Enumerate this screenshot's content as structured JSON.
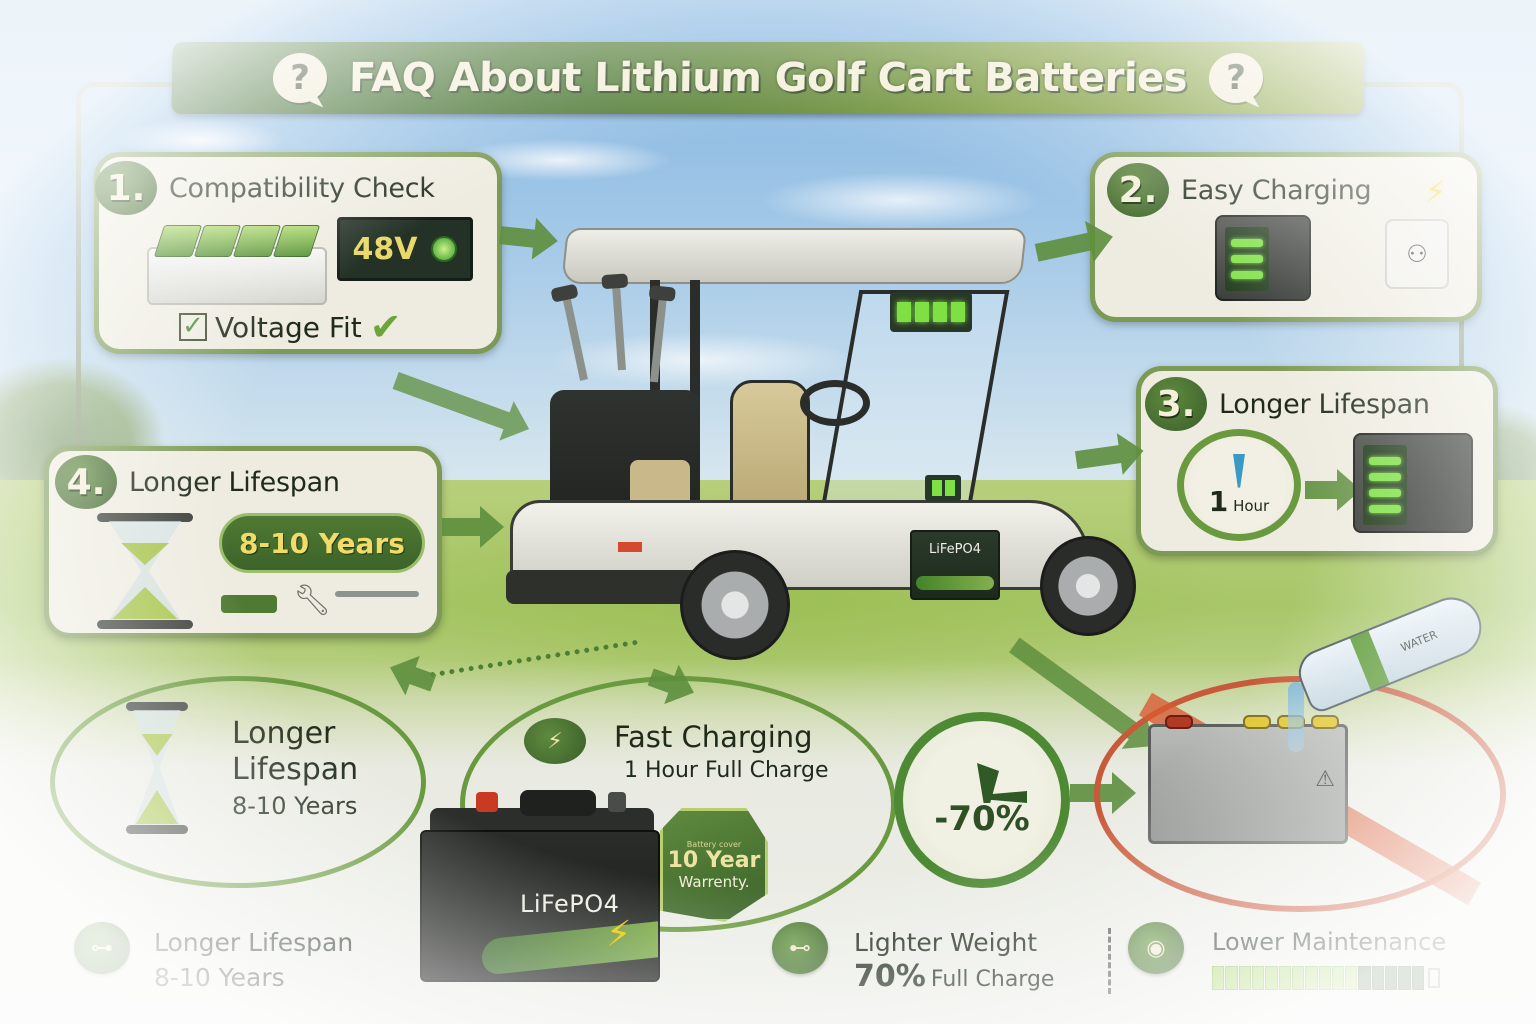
{
  "title": {
    "text": "FAQ About Lithium Golf Cart Batteries",
    "icon_left": "?",
    "icon_right": "?"
  },
  "cards": [
    {
      "number": "1.",
      "title": "Compatibility Check",
      "display_value": "48V",
      "check_label": "Voltage Fit",
      "check_mark": "✔"
    },
    {
      "number": "2.",
      "title": "Easy Charging"
    },
    {
      "number": "3.",
      "title": "Longer Lifespan",
      "clock_number": "1",
      "clock_unit": "Hour"
    },
    {
      "number": "4.",
      "title": "Longer Lifespan",
      "badge": "8-10 Years"
    }
  ],
  "cart": {
    "battery_label": "LiFePO4"
  },
  "bottom": {
    "lifespan": {
      "line1": "Longer",
      "line2": "Lifespan",
      "line3": "8-10 Years"
    },
    "fast_charging": {
      "title": "Fast Charging",
      "subtitle": "1 Hour Full Charge"
    },
    "battery": {
      "label": "LiFePO4"
    },
    "warranty": {
      "small": "Battery cover",
      "main": "10 Year",
      "sub": "Warrenty."
    },
    "weight_clock": {
      "value": "-70%"
    },
    "water_bottle": {
      "label": "WATER"
    }
  },
  "legend": [
    {
      "icon": "dumbbell-icon",
      "glyph": "⊶",
      "line1": "Longer Lifespan",
      "line2": "8-10 Years"
    },
    {
      "icon": "weights-icon",
      "glyph": "⊷",
      "line1": "Lighter Weight",
      "line2_big": "70%",
      "line2_rest": "Full Charge"
    },
    {
      "icon": "maintenance-icon",
      "glyph": "◉",
      "line1": "Lower Maintenance"
    }
  ],
  "colors": {
    "primary_green": "#4f7a36",
    "accent_green": "#7ee043",
    "card_border": "#7b9a55",
    "card_bg": "#eeece0",
    "title_text": "#f3efd8",
    "badge_yellow": "#f1dc6a",
    "prohibition_red": "#c8593a"
  }
}
